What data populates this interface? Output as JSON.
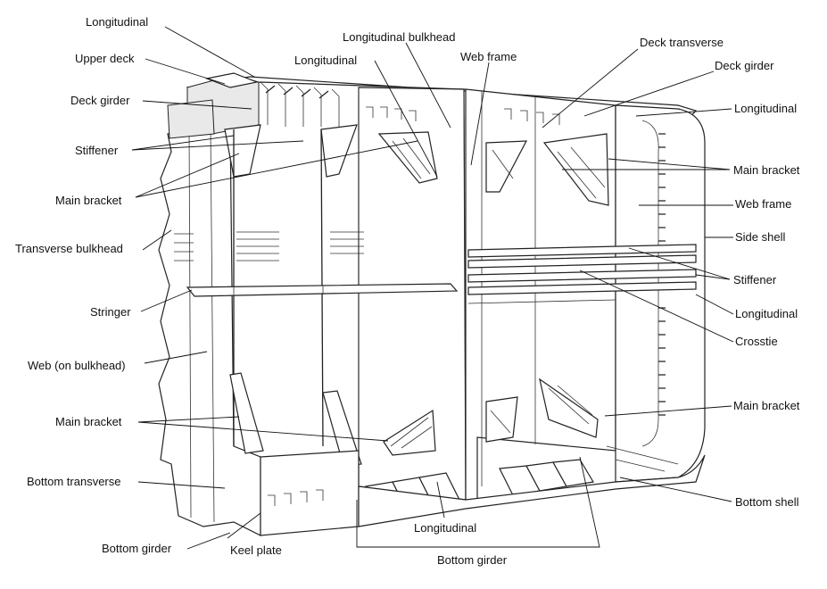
{
  "labels": {
    "longitudinal_top_left": "Longitudinal",
    "upper_deck": "Upper deck",
    "deck_girder_left": "Deck girder",
    "stiffener_left": "Stiffener",
    "main_bracket_left_upper": "Main bracket",
    "transverse_bulkhead": "Transverse bulkhead",
    "stringer": "Stringer",
    "web_on_bulkhead": "Web (on bulkhead)",
    "main_bracket_left_lower": "Main bracket",
    "bottom_transverse": "Bottom transverse",
    "bottom_girder_left": "Bottom girder",
    "keel_plate": "Keel plate",
    "longitudinal_center_top": "Longitudinal",
    "longitudinal_bulkhead": "Longitudinal bulkhead",
    "web_frame_center": "Web frame",
    "deck_transverse": "Deck transverse",
    "deck_girder_right": "Deck girder",
    "longitudinal_right_top": "Longitudinal",
    "main_bracket_right_upper": "Main bracket",
    "web_frame_right": "Web frame",
    "side_shell": "Side shell",
    "stiffener_right": "Stiffener",
    "longitudinal_right_mid": "Longitudinal",
    "crosstie": "Crosstie",
    "main_bracket_right_lower": "Main bracket",
    "bottom_shell": "Bottom shell",
    "longitudinal_bottom_center": "Longitudinal",
    "bottom_girder_center": "Bottom girder"
  }
}
